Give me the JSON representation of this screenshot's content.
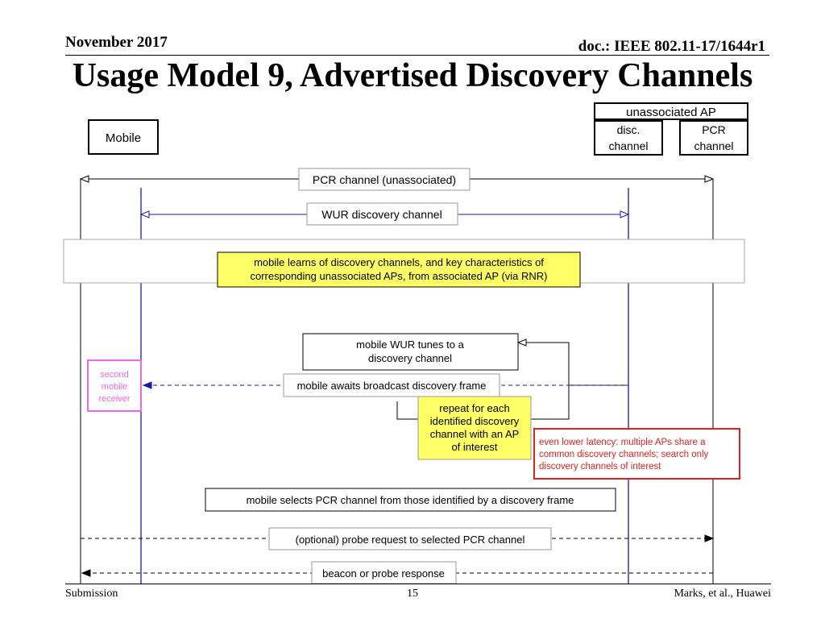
{
  "header": {
    "date": "November 2017",
    "doc_id": "doc.: IEEE 802.11-17/1644r1"
  },
  "title": "Usage Model 9, Advertised Discovery Channels",
  "diagram": {
    "actors": {
      "mobile": "Mobile",
      "unassociated_ap": "unassociated AP",
      "disc_channel_line1": "disc.",
      "disc_channel_line2": "channel",
      "pcr_channel_line1": "PCR",
      "pcr_channel_line2": "channel"
    },
    "messages": {
      "pcr_channel_unassociated": "PCR channel (unassociated)",
      "wur_discovery_channel": "WUR discovery channel",
      "learns_line1": "mobile learns of discovery channels, and key characteristics of",
      "learns_line2": "corresponding unassociated APs, from associated AP (via RNR)",
      "tunes_line1": "mobile WUR tunes to a",
      "tunes_line2": "discovery channel",
      "awaits": "mobile awaits broadcast discovery frame",
      "repeat_line1": "repeat for each",
      "repeat_line2": "identified discovery",
      "repeat_line3": "channel with an AP",
      "repeat_line4": "of interest",
      "second_line1": "second",
      "second_line2": "mobile",
      "second_line3": "receiver",
      "latency_line1": "even lower latency: multiple APs share a",
      "latency_line2": "common discovery channels; search only",
      "latency_line3": "discovery channels of interest",
      "selects": "mobile selects PCR channel from those identified by a discovery frame",
      "probe": "(optional) probe request to selected PCR channel",
      "beacon": "beacon or probe response"
    },
    "colors": {
      "blue_line": "#1a1aa8",
      "yellow_note": "#ffff66",
      "magenta_note": "#ee66ee",
      "red_note": "#dd2222"
    }
  },
  "footer": {
    "left": "Submission",
    "page": "15",
    "right": "Marks, et al., Huawei"
  }
}
